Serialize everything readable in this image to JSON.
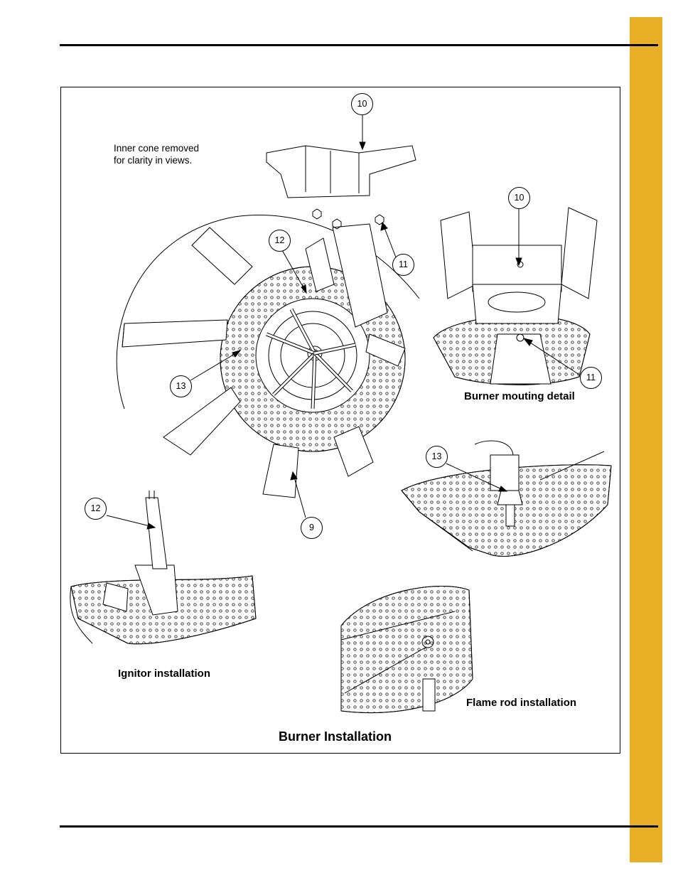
{
  "figure": {
    "title": "Burner Installation",
    "note": "Inner cone removed\nfor clarity in views.",
    "captions": {
      "mounting": "Burner mouting detail",
      "ignitor": "Ignitor installation",
      "flame_rod": "Flame rod installation"
    },
    "callouts": {
      "c10_top": "10",
      "c10_detail": "10",
      "c11_main": "11",
      "c11_detail": "11",
      "c12_main": "12",
      "c12_ignitor": "12",
      "c13_main": "13",
      "c13_detail": "13",
      "c9": "9"
    }
  },
  "colors": {
    "tab": "#E8AE25",
    "rule": "#000000"
  }
}
